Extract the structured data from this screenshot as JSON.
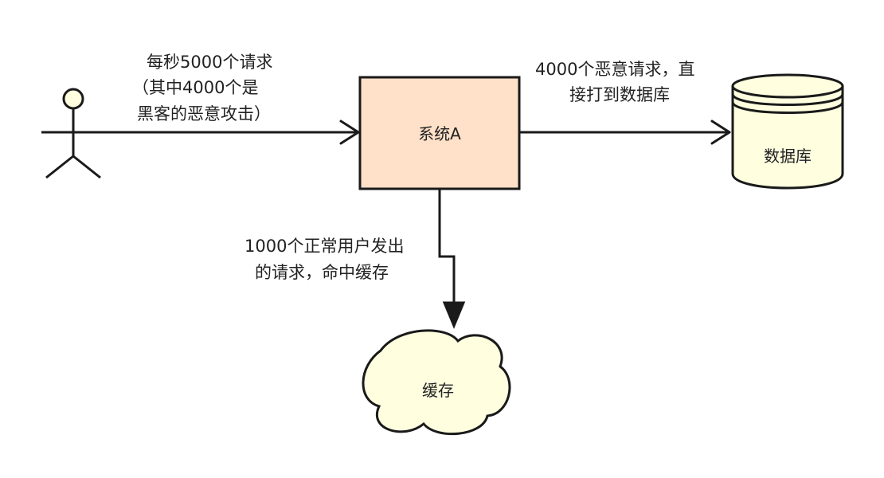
{
  "nodes": {
    "system_a": "系统A",
    "database": "数据库",
    "cache": "缓存"
  },
  "edges": {
    "user_to_system": {
      "line1": "每秒5000个请求",
      "line2": "（其中4000个是",
      "line3": "黑客的恶意攻击）"
    },
    "system_to_database": {
      "line1": "4000个恶意请求，直",
      "line2": "接打到数据库"
    },
    "system_to_cache": {
      "line1": "1000个正常用户发出",
      "line2": "的请求，命中缓存"
    }
  },
  "colors": {
    "system_fill": "#ffe0c8",
    "database_fill": "#ffffe0",
    "cache_fill": "#ffffe0",
    "actor_fill": "#ffffe0",
    "stroke": "#1a1a1a"
  }
}
